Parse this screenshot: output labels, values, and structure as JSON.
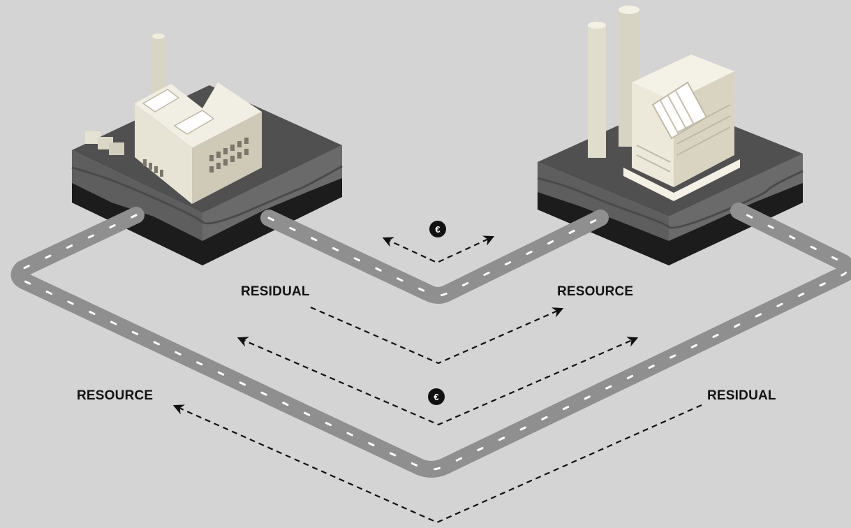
{
  "labels": {
    "top_residual": "RESIDUAL",
    "top_resource": "RESOURCE",
    "bottom_resource": "RESOURCE",
    "bottom_residual": "RESIDUAL"
  },
  "money_symbol": "€",
  "colors": {
    "background": "#d4d4d4",
    "pipe": "#8f8f8f",
    "chevron": "#ffffff",
    "arrow": "#111111",
    "coin": "#111111",
    "building": "#e6e2d3"
  }
}
